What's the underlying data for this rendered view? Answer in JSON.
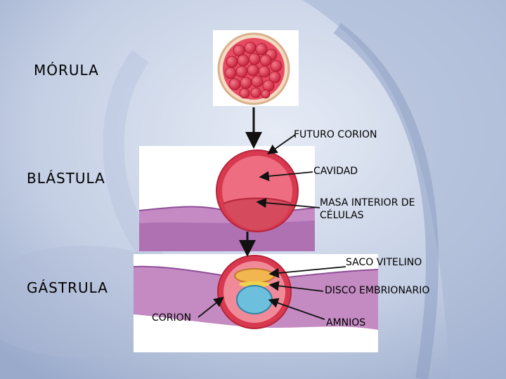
{
  "stages": {
    "morula": "MÓRULA",
    "blastula": "BLÁSTULA",
    "gastrula": "GÁSTRULA"
  },
  "annotations": {
    "futuro_corion": "FUTURO CORION",
    "cavidad": "CAVIDAD",
    "masa_line1": "MASA INTERIOR DE",
    "masa_line2": "CÉLULAS",
    "saco_vitelino": "SACO VITELINO",
    "disco_embrionario": "DISCO EMBRIONARIO",
    "corion": "CORION",
    "amnios": "AMNIOS"
  },
  "colors": {
    "background": "#c9d3e6",
    "cell_red": "#e0344a",
    "tissue_purple": "#b07ab4",
    "yolk_orange": "#e8a23c",
    "amnion_blue": "#5fb6d6"
  }
}
